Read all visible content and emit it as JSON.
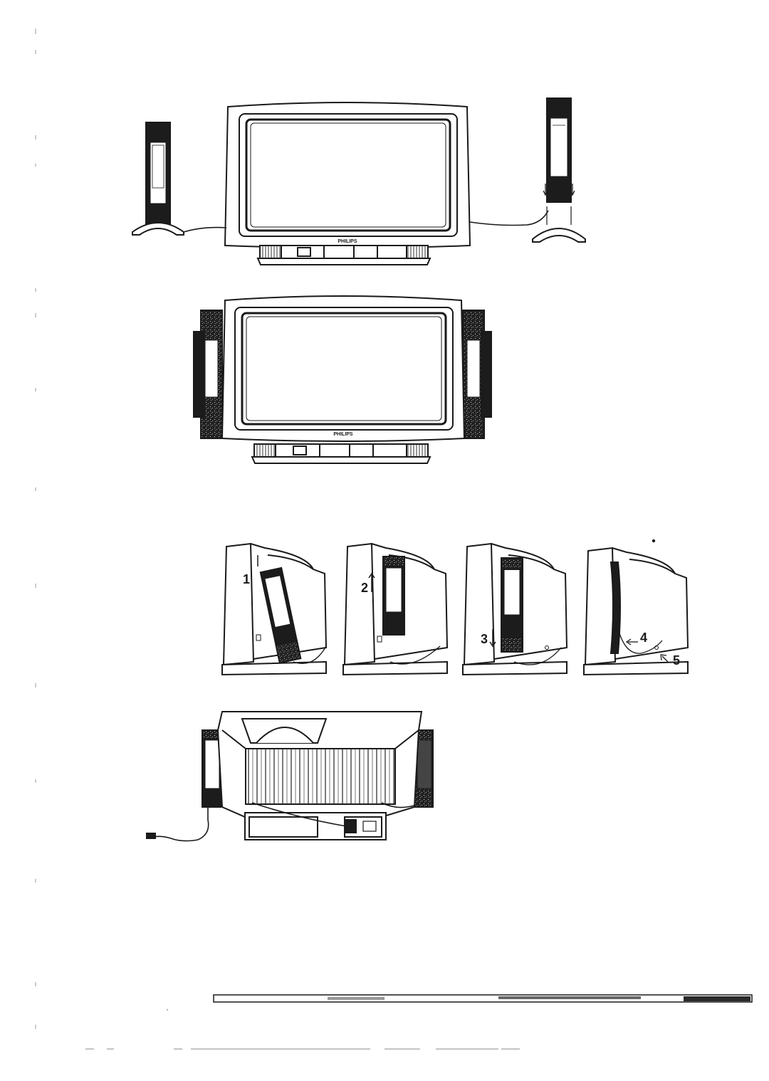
{
  "figures": {
    "front_detached": {
      "brand": "PHILIPS"
    },
    "front_attached": {
      "brand": "PHILIPS"
    },
    "side_steps": [
      {
        "step": "1"
      },
      {
        "step": "2"
      },
      {
        "step": "3"
      },
      {
        "step": "4",
        "step_b": "5"
      }
    ],
    "rear_view": {}
  },
  "colors": {
    "line": "#1a1a1a",
    "speaker_dark": "#1c1c1c",
    "speaker_mid": "#777777",
    "scan_bar": "#2a2a2a"
  }
}
